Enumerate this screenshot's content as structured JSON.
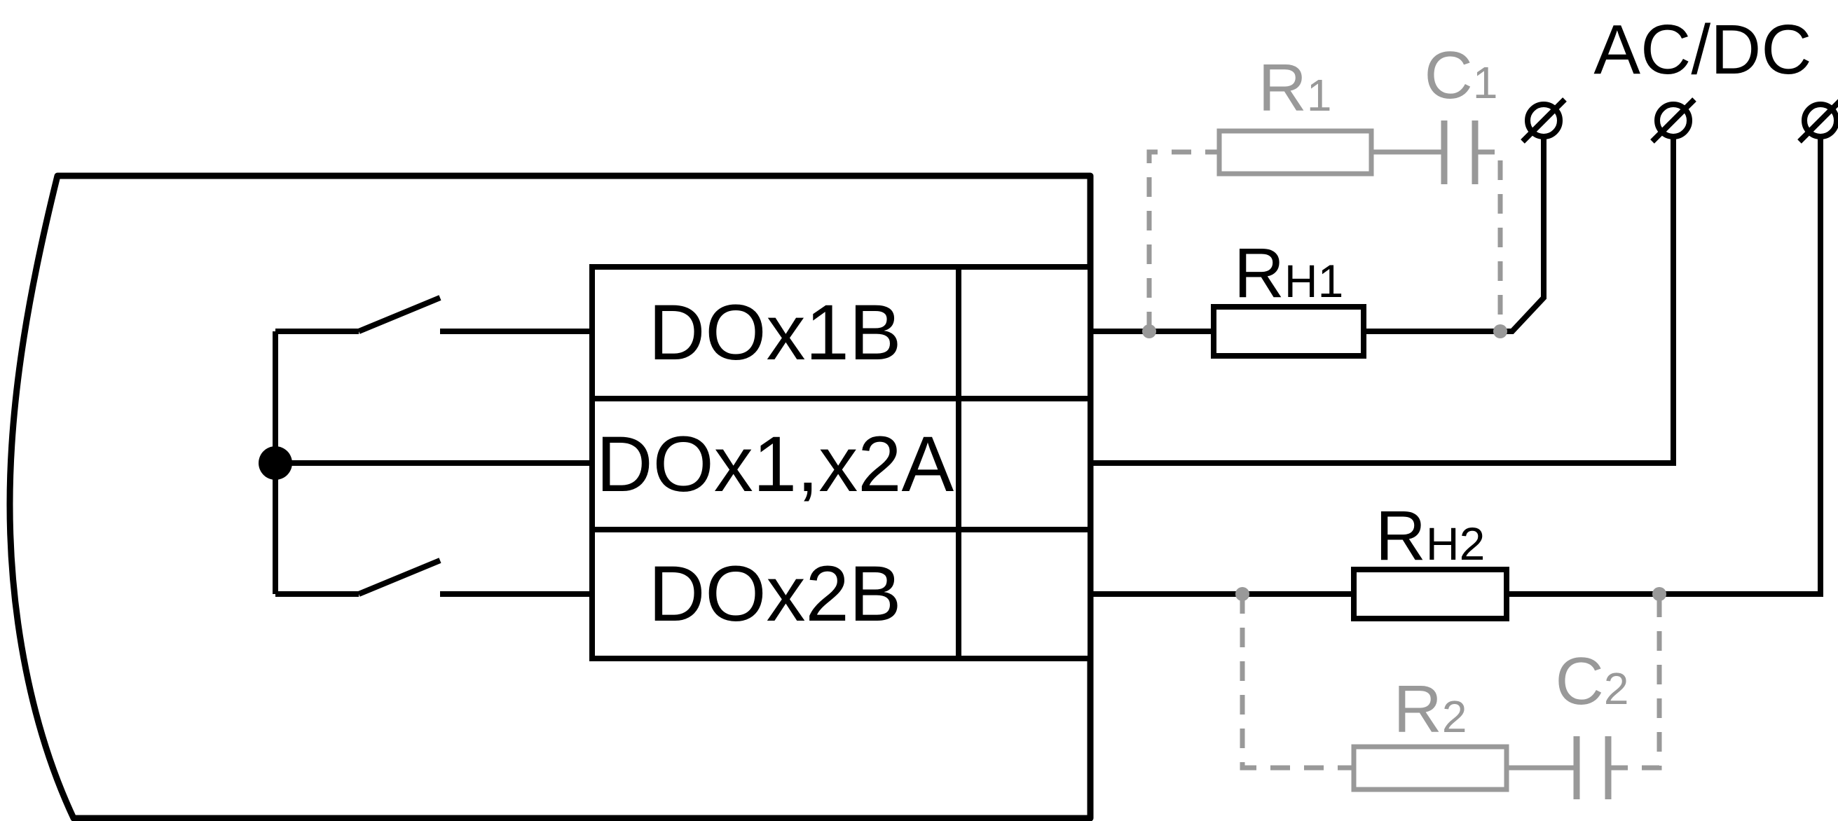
{
  "diagram": {
    "terminal_block": {
      "rows": [
        {
          "label": "DOx1B"
        },
        {
          "label": "DOx1,x2A"
        },
        {
          "label": "DOx2B"
        }
      ]
    },
    "supply": {
      "label": "AC/DC"
    },
    "loads": {
      "rh1": {
        "base": "R",
        "sub": "H1"
      },
      "rh2": {
        "base": "R",
        "sub": "H2"
      }
    },
    "snubbers": {
      "r1": {
        "base": "R",
        "sub": "1"
      },
      "c1": {
        "base": "C",
        "sub": "1"
      },
      "r2": {
        "base": "R",
        "sub": "2"
      },
      "c2": {
        "base": "C",
        "sub": "2"
      }
    },
    "colors": {
      "wire": "#000000",
      "optional_component": "#999999",
      "background": "#ffffff"
    }
  }
}
